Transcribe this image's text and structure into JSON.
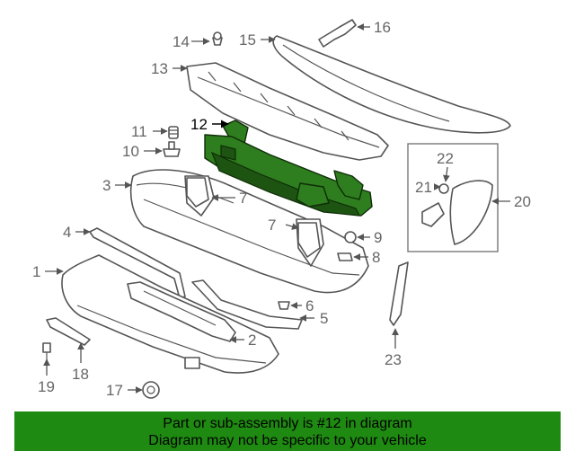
{
  "diagram": {
    "callouts": [
      "1",
      "2",
      "3",
      "4",
      "5",
      "6",
      "7",
      "7",
      "8",
      "9",
      "10",
      "11",
      "12",
      "13",
      "14",
      "15",
      "16",
      "17",
      "18",
      "19",
      "20",
      "21",
      "22",
      "23"
    ],
    "highlighted_part": "12",
    "highlight_color": "#2e7d1e"
  },
  "banner": {
    "line1": "Part or sub-assembly is #12 in diagram",
    "line2": "Diagram may not be specific to your vehicle",
    "background": "#1f8a12"
  }
}
